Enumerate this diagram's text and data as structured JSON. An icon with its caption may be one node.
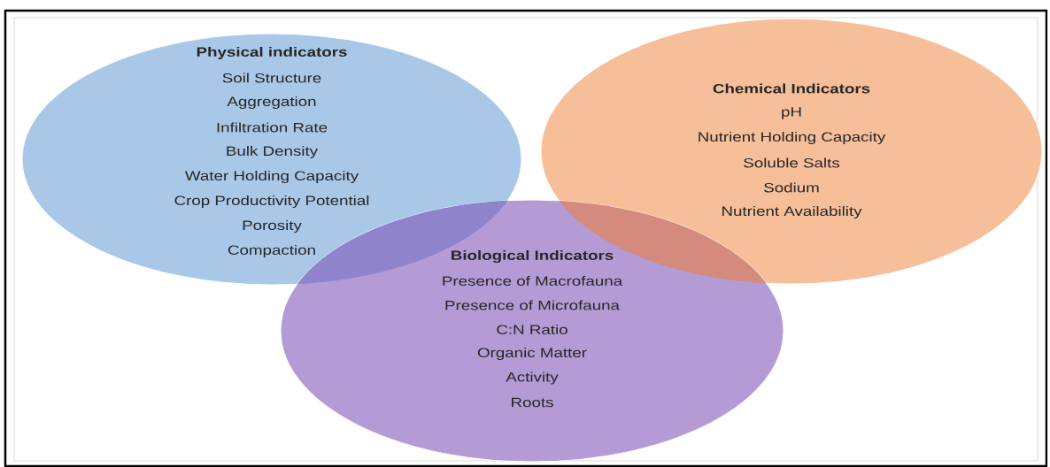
{
  "diagram": {
    "nodes": [
      {
        "text": [
          "Physical indicators",
          "Soil Structure",
          "Aggregation",
          "Infiltration Rate",
          "Bulk Density",
          "Water Holding Capacity",
          "Crop Productivity Potential",
          "Porosity",
          "Compaction"
        ]
      },
      {
        "text": [
          "Chemical Indicators",
          "pH",
          "Nutrient Holding Capacity",
          "Soluble Salts",
          "Sodium",
          "Nutrient Availability"
        ]
      },
      {
        "text": [
          "Biological Indicators",
          "Presence of Macrofauna",
          "Presence of Microfauna",
          "C:N Ratio",
          "Organic Matter",
          "Activity",
          "Roots"
        ]
      }
    ]
  }
}
